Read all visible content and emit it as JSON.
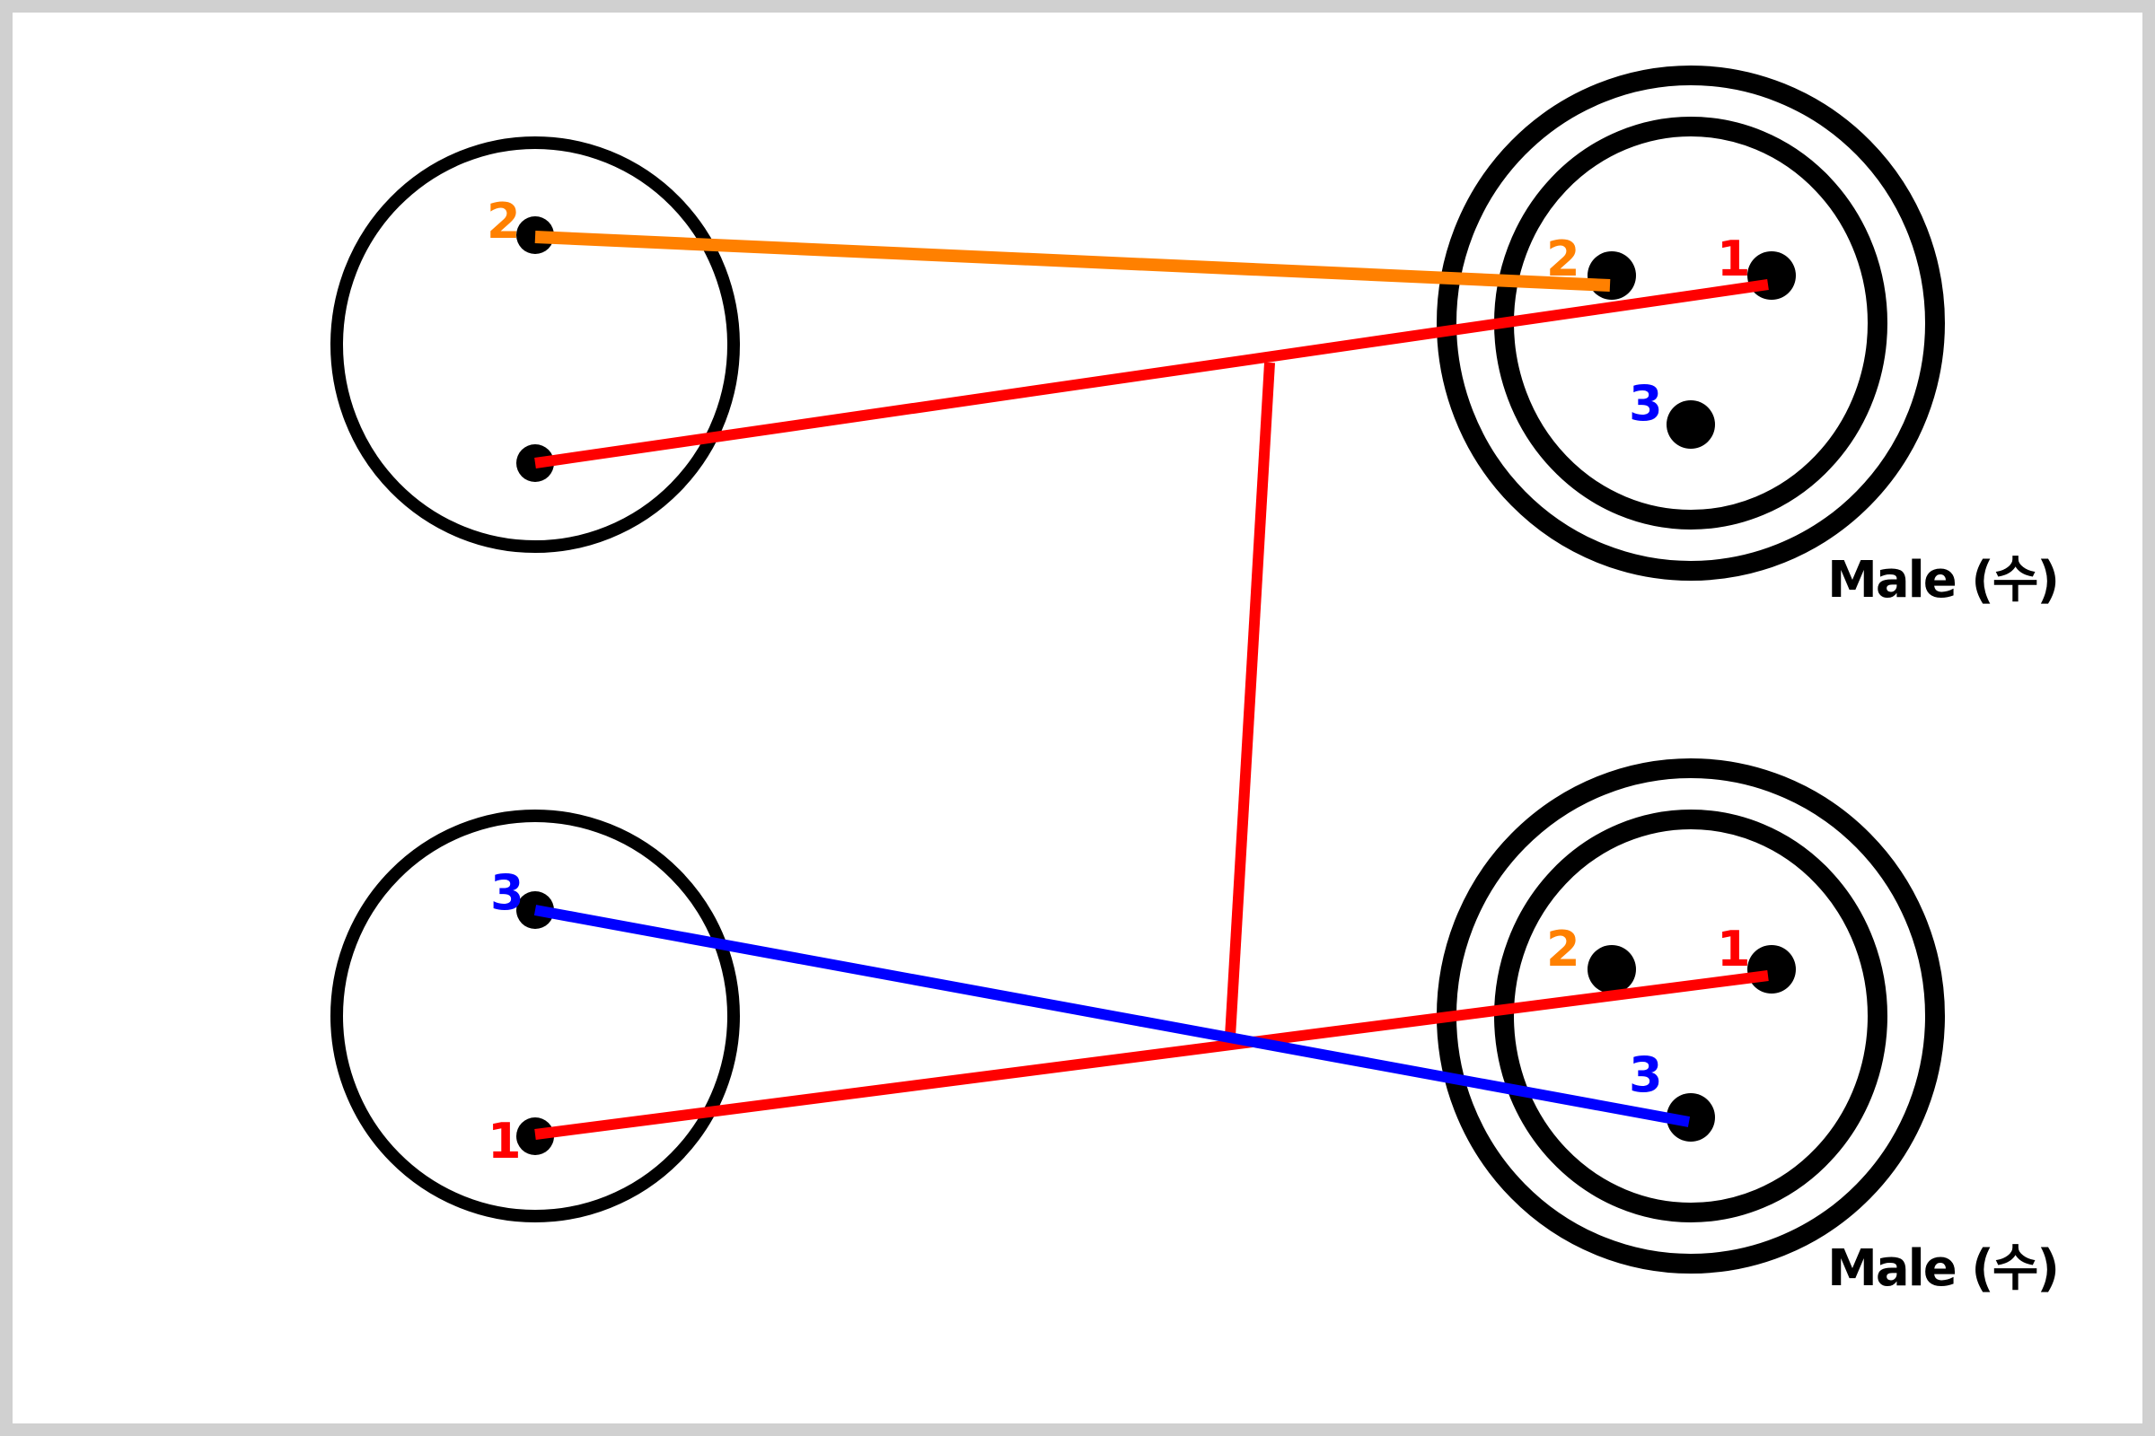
{
  "colors": {
    "outline": "#000000",
    "frame": "#d0d0d0",
    "pin1": "#ff0000",
    "pin2": "#ff8000",
    "pin3": "#0000ff"
  },
  "connector_label": "Male (수)",
  "pin_labels": {
    "one": "1",
    "two": "2",
    "three": "3"
  }
}
